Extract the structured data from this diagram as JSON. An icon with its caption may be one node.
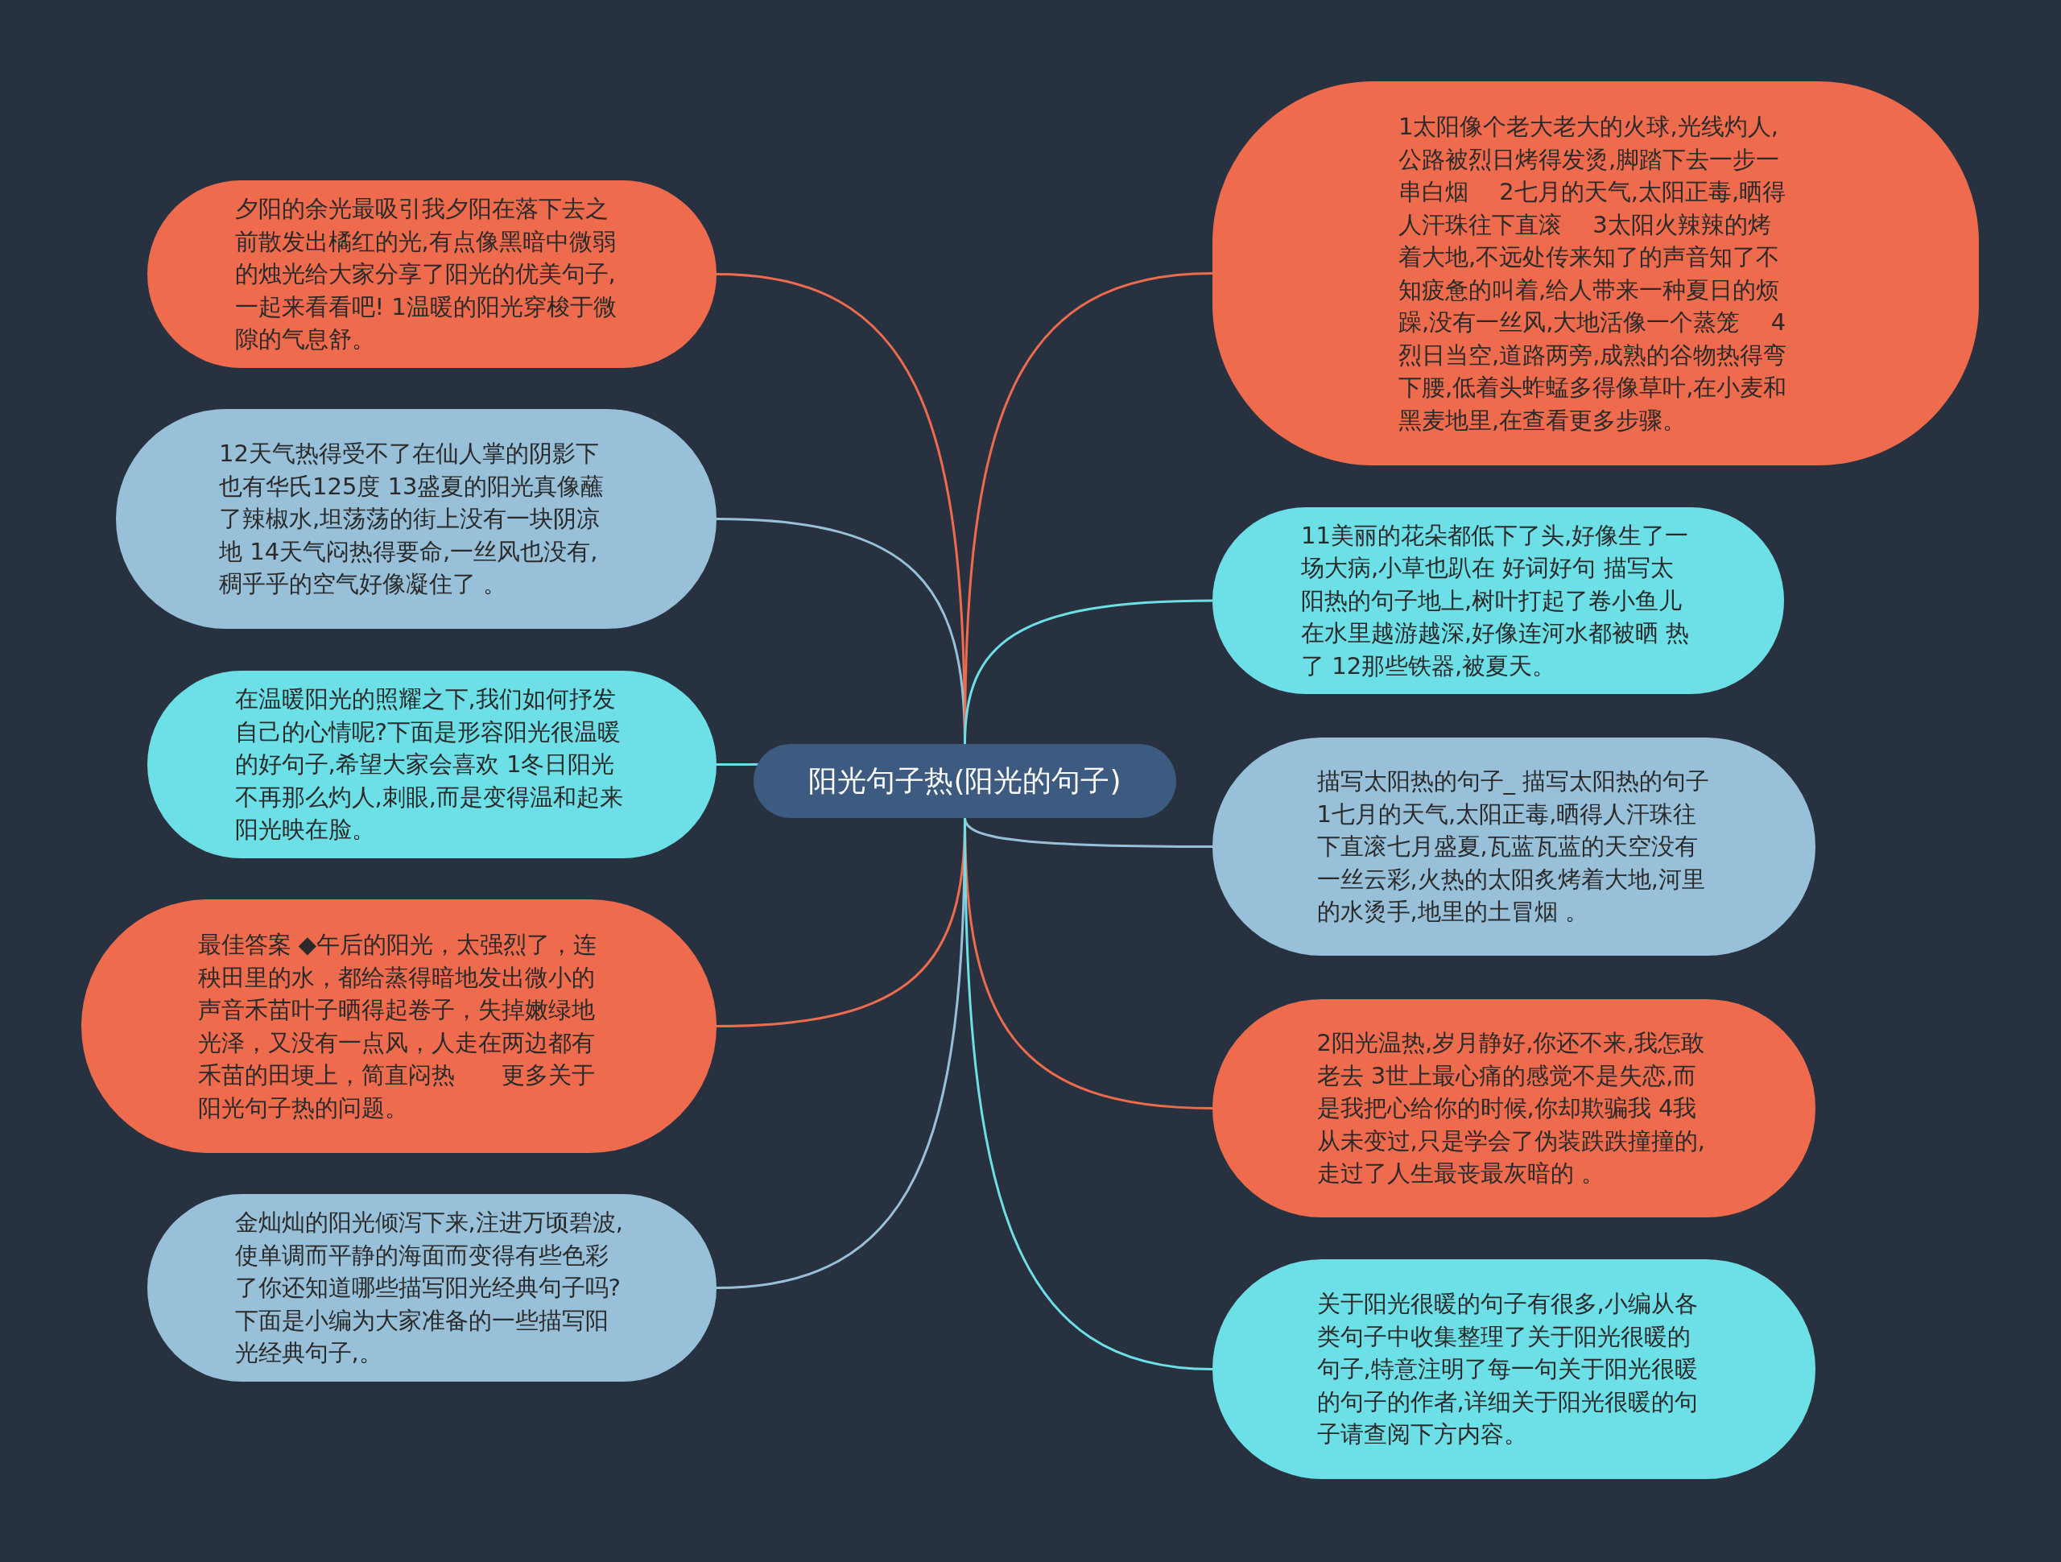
{
  "diagram": {
    "nodes": [
      {
        "text": [
          "阳光句子热(阳光的句子)"
        ]
      },
      {
        "text": [
          "夕阳的余光最吸引我夕阳在落下去之前散发出橘红的光,有点像黑暗中微弱的烛光给大家分享了阳光的优美句子,一起来看看吧! 1温暖的阳光穿梭于微隙的气息舒。"
        ]
      },
      {
        "text": [
          "12天气热得受不了在仙人掌的阴影下也有华氏125度 13盛夏的阳光真像蘸了辣椒水,坦荡荡的街上没有一块阴凉地 14天气闷热得要命,一丝风也没有,稠乎乎的空气好像凝住了 。"
        ]
      },
      {
        "text": [
          "在温暖阳光的照耀之下,我们如何抒发自己的心情呢?下面是形容阳光很温暖的好句子,希望大家会喜欢 1冬日阳光不再那么灼人,刺眼,而是变得温和起来阳光映在脸。"
        ]
      },
      {
        "text": [
          "最佳答案 ◆午后的阳光，太强烈了，连秧田里的水，都给蒸得暗地发出微小的声音禾苗叶子晒得起卷子，失掉嫩绿地光泽，又没有一点风，人走在两边都有禾苗的田埂上，简直闷热　　更多关于阳光句子热的问题。"
        ]
      },
      {
        "text": [
          "金灿灿的阳光倾泻下来,注进万顷碧波,使单调而平静的海面而变得有些色彩了你还知道哪些描写阳光经典句子吗?下面是小编为大家准备的一些描写阳光经典句子,。"
        ]
      },
      {
        "text": [
          "1太阳像个老大老大的火球,光线灼人,公路被烈日烤得发烫,脚踏下去一步一串白烟　 2七月的天气,太阳正毒,晒得人汗珠往下直滚　 3太阳火辣辣的烤着大地,不远处传来知了的声音知了不知疲惫的叫着,给人带来一种夏日的烦躁,没有一丝风,大地活像一个蒸笼　 4烈日当空,道路两旁,成熟的谷物热得弯下腰,低着头蚱蜢多得像草叶,在小麦和黑麦地里,在查看更多步骤。"
        ]
      },
      {
        "text": [
          "11美丽的花朵都低下了头,好像生了一场大病,小草也趴在 好词好句 描写太阳热的句子地上,树叶打起了卷小鱼儿在水里越游越深,好像连河水都被晒 热了 12那些铁器,被夏天。"
        ]
      },
      {
        "text": [
          "描写太阳热的句子_ 描写太阳热的句子 1七月的天气,太阳正毒,晒得人汗珠往下直滚七月盛夏,瓦蓝瓦蓝的天空没有一丝云彩,火热的太阳炙烤着大地,河里的水烫手,地里的土冒烟 。"
        ]
      },
      {
        "text": [
          "2阳光温热,岁月静好,你还不来,我怎敢老去 3世上最心痛的感觉不是失恋,而是我把心给你的时候,你却欺骗我 4我从未变过,只是学会了伪装跌跌撞撞的,走过了人生最丧最灰暗的 。"
        ]
      },
      {
        "text": [
          "关于阳光很暖的句子有很多,小编从各类句子中收集整理了关于阳光很暖的句子,特意注明了每一句关于阳光很暖的句子的作者,详细关于阳光很暖的句子请查阅下方内容。"
        ]
      }
    ],
    "edges": [
      {
        "from": 0,
        "to": 1,
        "arrow": "none",
        "color": "#ee6c4d"
      },
      {
        "from": 0,
        "to": 2,
        "arrow": "none",
        "color": "#98c1d9"
      },
      {
        "from": 0,
        "to": 3,
        "arrow": "none",
        "color": "#6ddfe6"
      },
      {
        "from": 0,
        "to": 4,
        "arrow": "none",
        "color": "#ee6c4d"
      },
      {
        "from": 0,
        "to": 5,
        "arrow": "none",
        "color": "#98c1d9"
      },
      {
        "from": 0,
        "to": 6,
        "arrow": "none",
        "color": "#ee6c4d"
      },
      {
        "from": 0,
        "to": 7,
        "arrow": "none",
        "color": "#6ddfe6"
      },
      {
        "from": 0,
        "to": 8,
        "arrow": "none",
        "color": "#98c1d9"
      },
      {
        "from": 0,
        "to": 9,
        "arrow": "none",
        "color": "#ee6c4d"
      },
      {
        "from": 0,
        "to": 10,
        "arrow": "none",
        "color": "#6ddfe6"
      }
    ]
  }
}
